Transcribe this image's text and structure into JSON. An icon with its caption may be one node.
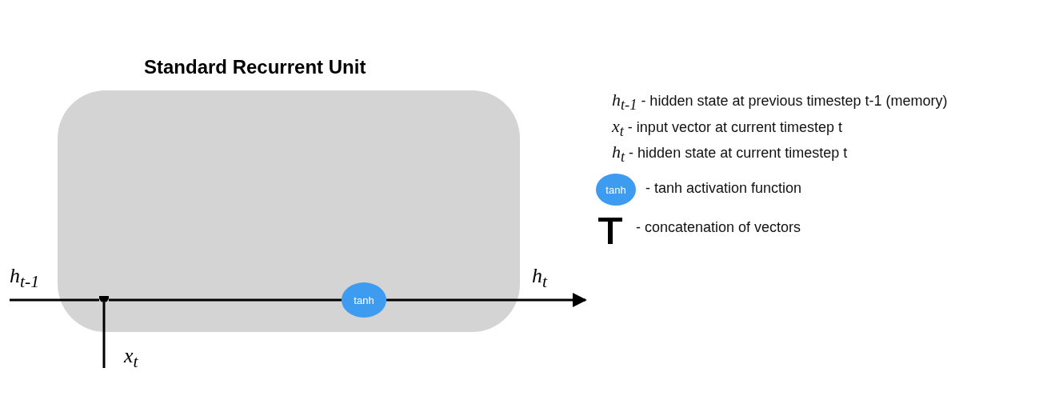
{
  "diagram": {
    "title": "Standard Recurrent Unit",
    "nodes": [
      {
        "text": [],
        "shape": "box"
      },
      {
        "text": [
          "tanh"
        ],
        "in": 0
      },
      {
        "text": [],
        "shape": "bar",
        "in": 0
      },
      {
        "text": [
          "tanh"
        ],
        "beside": [
          "- tanh activation function"
        ]
      }
    ],
    "edges": [
      {
        "from": null,
        "to": 2,
        "arrow": "none"
      },
      {
        "from": 2,
        "to": 1,
        "arrow": "none"
      },
      {
        "from": 1,
        "to": null,
        "arrow": "to"
      },
      {
        "from": null,
        "to": 2,
        "arrow": "none"
      }
    ],
    "labels": [
      "h$_{t-1}$",
      "h$_{t}$",
      "x$_{t}$",
      "h$_{t-1}$ - hidden state at previous timestep t-1 (memory)",
      "x$_{t}$ - input vector at current timestep t",
      "h$_{t}$ - hidden state at current timestep t"
    ],
    "legend": [
      {
        "text": "- concatenation of vectors"
      }
    ]
  }
}
